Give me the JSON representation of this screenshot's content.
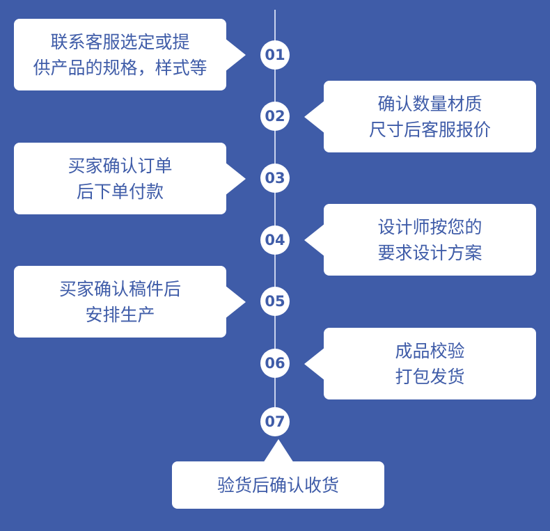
{
  "steps": [
    {
      "num": "01",
      "line1": "联系客服选定或提",
      "line2": "供产品的规格，样式等"
    },
    {
      "num": "02",
      "line1": "确认数量材质",
      "line2": "尺寸后客服报价"
    },
    {
      "num": "03",
      "line1": "买家确认订单",
      "line2": "后下单付款"
    },
    {
      "num": "04",
      "line1": "设计师按您的",
      "line2": "要求设计方案"
    },
    {
      "num": "05",
      "line1": "买家确认稿件后",
      "line2": "安排生产"
    },
    {
      "num": "06",
      "line1": "成品校验",
      "line2": "打包发货"
    },
    {
      "num": "07",
      "line1": "验货后确认收货"
    }
  ]
}
